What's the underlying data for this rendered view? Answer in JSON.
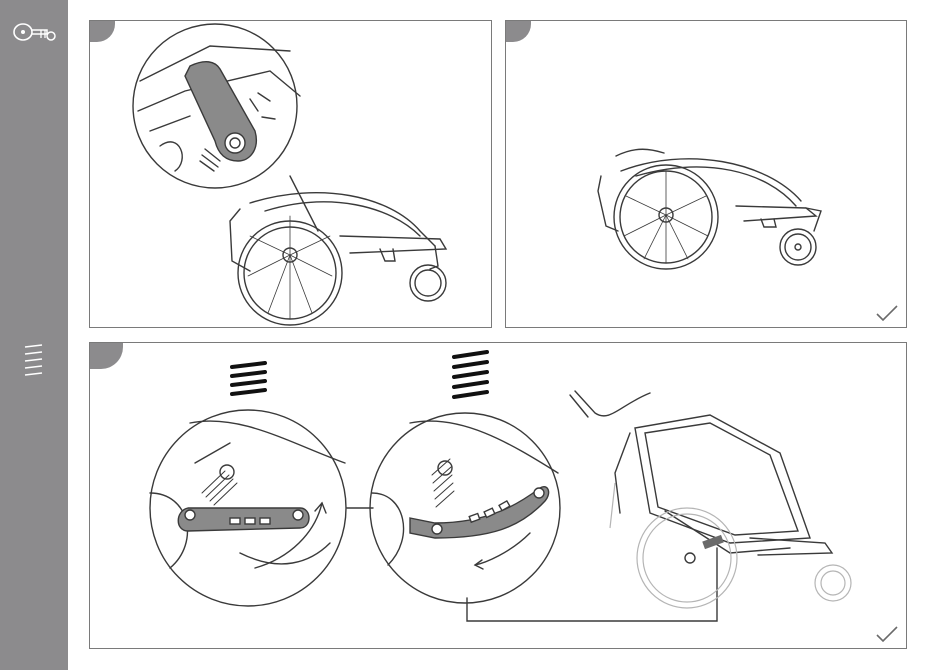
{
  "sidebar": {
    "icons": [
      "stroller-tool-icon",
      "stripes-icon"
    ]
  },
  "panels": [
    {
      "id": 1,
      "has_check": false,
      "illustration": "brake-lever-closeup-icon"
    },
    {
      "id": 2,
      "has_check": true,
      "illustration": "stroller-side-view-icon"
    },
    {
      "id": 3,
      "has_check": true,
      "illustration": "suspension-adjustment-icon"
    }
  ],
  "colors": {
    "sidebar": "#8c8b8d",
    "line": "#3a3a3a",
    "lever": "#8a8a8a"
  }
}
